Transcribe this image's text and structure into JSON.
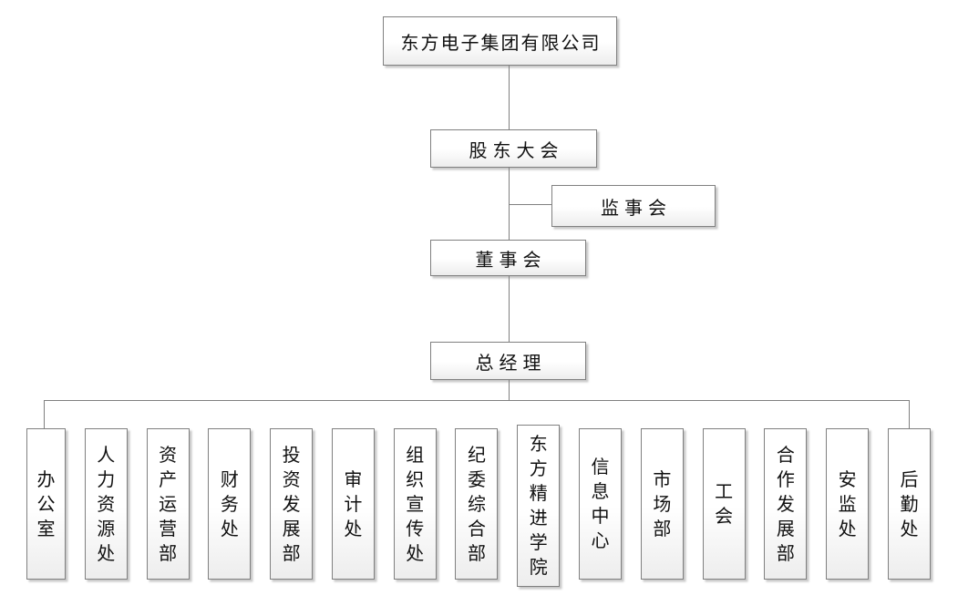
{
  "diagram": {
    "type": "org-chart",
    "nodes": {
      "company": "东方电子集团有限公司",
      "shareholders_meeting": "股东大会",
      "supervisory_board": "监事会",
      "board_of_directors": "董事会",
      "general_manager": "总经理"
    },
    "departments": [
      "办公室",
      "人力资源处",
      "资产运营部",
      "财务处",
      "投资发展部",
      "审计处",
      "组织宣传处",
      "纪委综合部",
      "东方精进学院",
      "信息中心",
      "市场部",
      "工会",
      "合作发展部",
      "安监处",
      "后勤处"
    ]
  },
  "colors": {
    "background": "#ffffff",
    "box_border": "#808080",
    "connector_line": "#808080",
    "text": "#111111",
    "box_fill_top": "#ffffff",
    "box_fill_bottom": "#ededed"
  }
}
